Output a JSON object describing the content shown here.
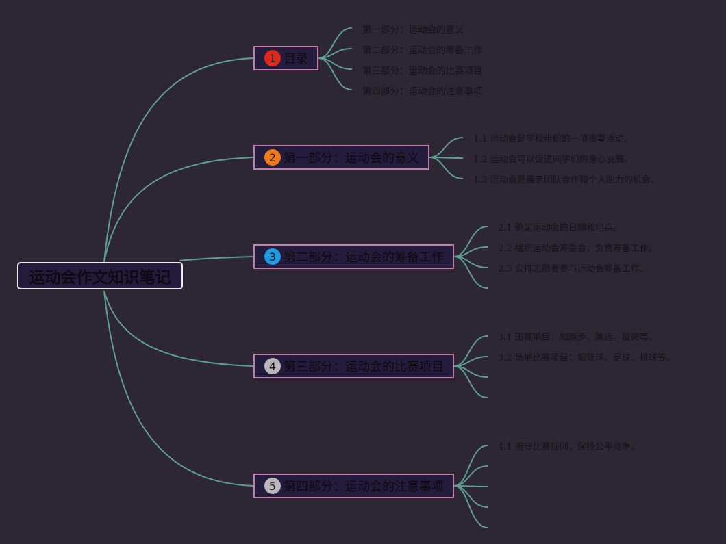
{
  "root": {
    "title": "运动会作文知识笔记"
  },
  "colors": {
    "background": "#2d2733",
    "link": "#5e9e93",
    "topic_border": "#c07fa8",
    "node_fill": "#241c3c"
  },
  "topics": [
    {
      "number": "1",
      "badge_color": "#e0281a",
      "label": "目录",
      "children": [
        "第一部分：运动会的意义",
        "第二部分：运动会的筹备工作",
        "第三部分：运动会的比赛项目",
        "第四部分：运动会的注意事项"
      ]
    },
    {
      "number": "2",
      "badge_color": "#f07a1a",
      "label": "第一部分：运动会的意义",
      "children": [
        "1.1 运动会是学校组织的一项重要活动。",
        "1.2 运动会可以促进同学们的身心发展。",
        "1.3 运动会是展示团队合作和个人能力的机会。"
      ]
    },
    {
      "number": "3",
      "badge_color": "#1e9be6",
      "label": "第二部分：运动会的筹备工作",
      "children": [
        "2.1 确定运动会的日期和地点。",
        "2.2 组织运动会筹委会，负责筹备工作。",
        "2.3 安排志愿者参与运动会筹备工作。",
        ""
      ]
    },
    {
      "number": "4",
      "badge_color": "#b9b7bc",
      "label": "第三部分：运动会的比赛项目",
      "children": [
        "3.1 田赛项目：如跑步、跳远、投掷等。",
        "3.2 场地比赛项目：如篮球、足球、排球等。",
        "",
        ""
      ]
    },
    {
      "number": "5",
      "badge_color": "#b9b7bc",
      "label": "第四部分：运动会的注意事项",
      "children": [
        "4.1 遵守比赛规则，保持公平竞争。",
        "",
        "",
        "",
        ""
      ]
    }
  ]
}
